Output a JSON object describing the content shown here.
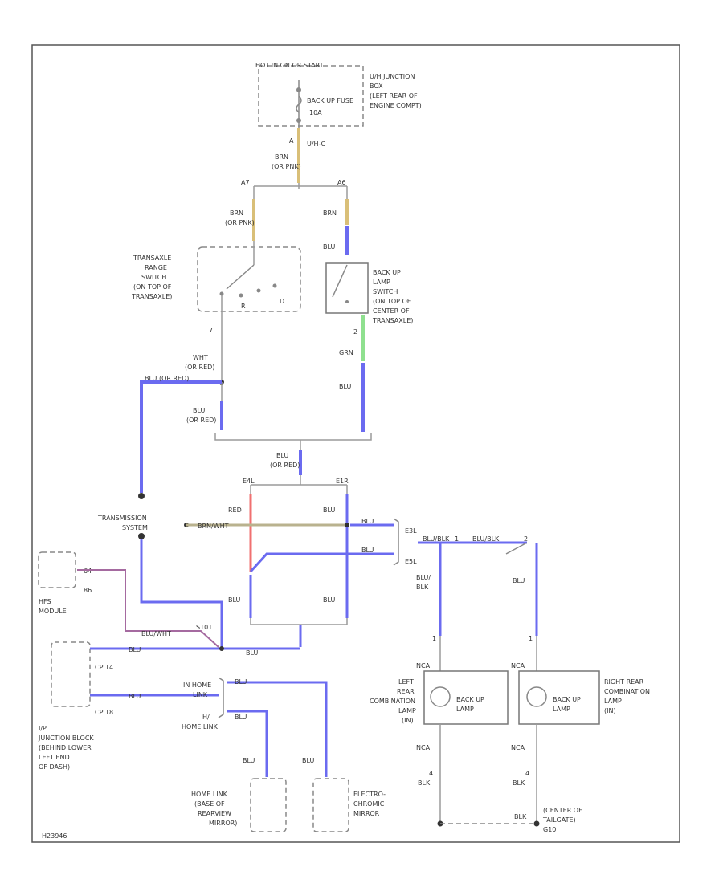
{
  "diagram": {
    "hot_label": "HOT IN ON OR START",
    "fuse_label": "BACK UP FUSE",
    "fuse_rating": "10A",
    "fuse_box_label": [
      "U/H JUNCTION",
      "BOX",
      "(LEFT REAR OF",
      "ENGINE COMPT)"
    ],
    "conn_a_top": "A",
    "conn_a_code": "U/H-C",
    "wire_brn_top": [
      "BRN",
      "(OR PNK)"
    ],
    "node_a7": "A7",
    "node_a6": "A6",
    "wire_brn_left": [
      "BRN",
      "(OR PNK)"
    ],
    "wire_brn_right": "BRN",
    "wire_blu_right_top": "BLU",
    "trans_range_switch_label": [
      "TRANSAXLE",
      "RANGE",
      "SWITCH",
      "(ON TOP OF",
      "TRANSAXLE)"
    ],
    "backup_lamp_switch_label": [
      "BACK UP",
      "LAMP",
      "SWITCH",
      "(ON TOP OF",
      "CENTER OF",
      "TRANSAXLE)"
    ],
    "switch_pos_r": "R",
    "switch_pos_d": "D",
    "pin_7": "7",
    "pin_2": "2",
    "pin_1": "1",
    "wire_wht_red": [
      "WHT",
      "(OR RED)"
    ],
    "wire_grn": "GRN",
    "wire_blu_mid": "BLU",
    "wire_blu_or_red_left": [
      "BLU",
      "(OR RED)"
    ],
    "wire_blu_wht_red": "BLU (OR RED)",
    "wire_blu_or_red_center": [
      "BLU",
      "(OR RED)"
    ],
    "node_e4l": "E4L",
    "node_e1r": "E1R",
    "trans_security_label": [
      "TRANSMISSION",
      "SYSTEM"
    ],
    "wire_brn_wht": "BRN/WHT",
    "wire_red": "RED",
    "wire_blu_a": "BLU",
    "wire_blu_b": "BLU",
    "wire_blu_c": "BLU",
    "wire_blu_d": "BLU",
    "wire_blu_e": "BLU",
    "node_e3l": "E3L",
    "node_e5l": "E5L",
    "wire_blu_blk_top": "BLU/BLK",
    "wire_blu_blk_right": "BLU/BLK",
    "wire_blu_blk_vert": [
      "BLU/",
      "BLK"
    ],
    "wire_blu_right_vert": "BLU",
    "pin_1r": "1",
    "pin_2r": "2",
    "hfs_label": [
      "HFS",
      "MODULE"
    ],
    "pin_64": "64",
    "pin_86": "86",
    "wire_blu_wht": "BLU/WHT",
    "splice": "S101",
    "wire_blu_f": "BLU",
    "wire_blu_g": "BLU",
    "wire_blu_h": "BLU",
    "wire_blu_i": "BLU",
    "cp_top": "CP 14",
    "cp_bottom": "CP 18",
    "junction_block_label": [
      "I/P",
      "JUNCTION BLOCK",
      "(BEHIND LOWER",
      "LEFT END",
      "OF DASH)"
    ],
    "home_link_a": [
      "IN HOME",
      "LINK"
    ],
    "home_link_b": [
      "H/",
      "HOME LINK"
    ],
    "wire_blu_j": "BLU",
    "wire_blu_k": "BLU",
    "wire_blu_l": "BLU",
    "wire_blu_m": "BLU",
    "home_link_module_label": [
      "HOME LINK",
      "(BASE OF",
      "REARVIEW",
      "MIRROR)"
    ],
    "electrochromic_label": [
      "ELECTRO-",
      "CHROMIC",
      "MIRROR"
    ],
    "pin_1_left_lamp": "1",
    "pin_1_right_lamp": "1",
    "pin_nca_left_top": "NCA",
    "pin_nca_right_top": "NCA",
    "left_lamp_label": [
      "LEFT",
      "REAR",
      "COMBINATION",
      "LAMP",
      "(IN)"
    ],
    "right_lamp_label": [
      "RIGHT REAR",
      "COMBINATION",
      "LAMP",
      "(IN)"
    ],
    "backup_lamp_left": [
      "BACK UP",
      "LAMP"
    ],
    "backup_lamp_right": [
      "BACK UP",
      "LAMP"
    ],
    "pin_nca_left_bottom": "NCA",
    "pin_nca_right_bottom": "NCA",
    "pin_4_left": "4",
    "pin_4_right": "4",
    "wire_blk_left": "BLK",
    "wire_blk_right": "BLK",
    "wire_blk_ground": "BLK",
    "ground_label": [
      "CENTER OF",
      "TAILGATE)",
      "G10"
    ],
    "ground_label_a": "(CENTER OF",
    "ground_label_b": "TAILGATE)",
    "ground_label_c": "G10",
    "diagram_code": "H23946",
    "colors": {
      "frame": "#555555",
      "wire_gray": "#9a9a9a",
      "wire_blue": "#6b6bf0",
      "wire_tan": "#d9bf78",
      "wire_red": "#f07070",
      "wire_green": "#8fe08f",
      "wire_olive": "#b9b28e",
      "wire_mauve": "#a56aa0"
    }
  }
}
